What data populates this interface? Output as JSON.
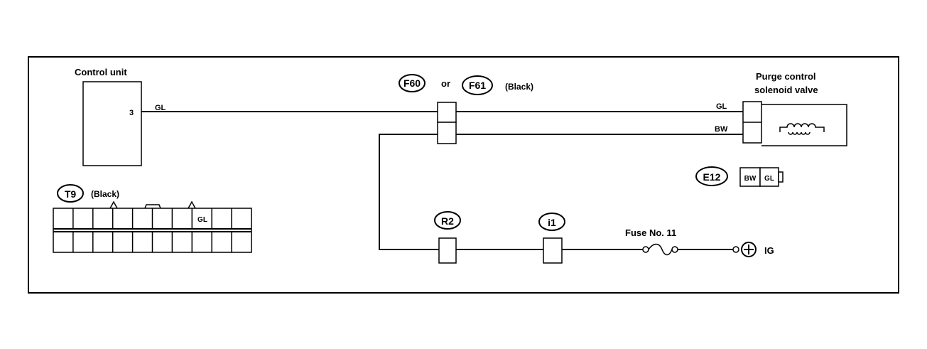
{
  "control_unit": {
    "title": "Control unit",
    "pin": "3"
  },
  "wires": {
    "gl_left": "GL",
    "gl_right": "GL",
    "bw_right": "BW"
  },
  "connectors": {
    "f60": "F60",
    "or_text": "or",
    "f61": "F61",
    "f61_color": "(Black)",
    "e12": "E12",
    "e12_pins": [
      "BW",
      "GL"
    ],
    "t9": "T9",
    "t9_color": "(Black)",
    "t9_pin_label": "GL",
    "r2": "R2",
    "i1": "i1"
  },
  "valve": {
    "line1": "Purge control",
    "line2": "solenoid valve"
  },
  "fuse": {
    "label": "Fuse No. 11"
  },
  "power": {
    "label": "IG"
  }
}
